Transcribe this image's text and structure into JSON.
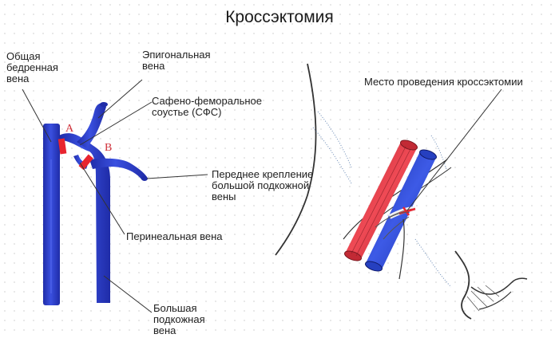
{
  "title": "Кроссэктомия",
  "labels": {
    "femoral_vein": "Общая\nбедренная\nвена",
    "epigastric_vein": "Эпигональная\nвена",
    "sfj": "Сафено-феморальное\nсоустье (СФС)",
    "anterior_tributary": "Переднее крепление\nбольшой подкожной\nвены",
    "perineal_vein": "Перинеальная вена",
    "great_saphenous": "Большая\nподкожная\nвена",
    "crossectomy_site": "Место проведения кроссэктомии"
  },
  "markers": {
    "a": "А",
    "b": "В"
  },
  "colors": {
    "vein_blue": "#2b3fd4",
    "vein_dark": "#1f2c9e",
    "artery_red": "#e23a45",
    "ligature": "#e8242f",
    "leader": "#333333"
  }
}
